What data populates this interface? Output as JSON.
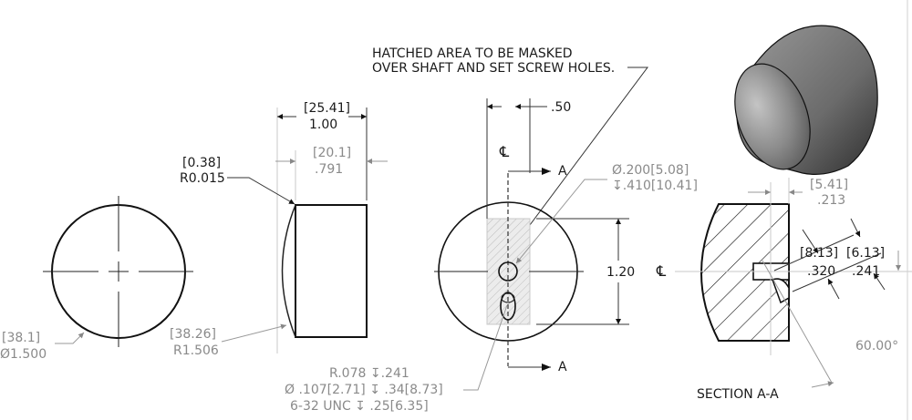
{
  "drawing": {
    "front_view": {
      "diameter_mm": "[38.1]",
      "diameter_in": "Ø1.500"
    },
    "side_view": {
      "length_mm": "[25.41]",
      "length_in": "1.00",
      "flat_mm": "[20.1]",
      "flat_in": ".791",
      "edge_radius_mm": "[0.38]",
      "edge_radius_in": "R0.015",
      "face_radius_mm": "[38.26]",
      "face_radius_in": "R1.506"
    },
    "mask_view": {
      "note_line1": "HATCHED AREA TO BE MASKED",
      "note_line2": "OVER SHAFT AND SET SCREW HOLES.",
      "mask_width": ".50",
      "mask_height": "1.20",
      "centerline_symbol": "℄",
      "section_label_top": "A",
      "section_label_bottom": "A",
      "shaft_hole_dia": "Ø.200[5.08]",
      "shaft_hole_depth": "↧.410[10.41]",
      "screw_callout_line1": "R.078 ↧.241",
      "screw_callout_line2": "Ø .107[2.71]  ↧ .34[8.73]",
      "screw_callout_line3": "6-32 UNC   ↧ .25[6.35]"
    },
    "section_view": {
      "title": "SECTION A-A",
      "centerline_symbol": "℄",
      "bore_depth_mm": "[5.41]",
      "bore_depth_in": ".213",
      "dim1_mm": "[8.13]",
      "dim1_in": ".320",
      "dim2_mm": "[6.13]",
      "dim2_in": ".241",
      "angle": "60.00°"
    }
  },
  "colors": {
    "line": "#111111",
    "dim_gray": "#8a8a8a",
    "hatch_mask": "#d9d9d9",
    "iso_dark": "#3a3a3a",
    "iso_light": "#b8b8b8"
  }
}
